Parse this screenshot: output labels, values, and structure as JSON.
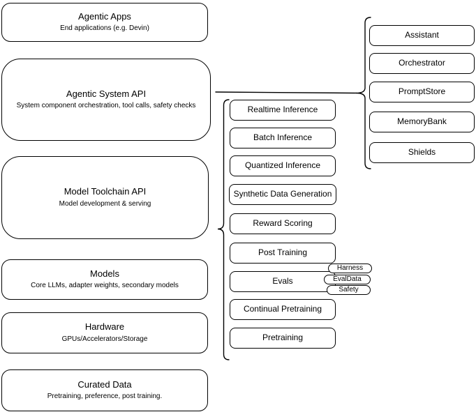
{
  "diagram": {
    "stack": [
      {
        "title": "Agentic Apps",
        "subtitle": "End applications (e.g. Devin)"
      },
      {
        "title": "Agentic System API",
        "subtitle": "System component orchestration, tool calls, safety checks"
      },
      {
        "title": "Model Toolchain API",
        "subtitle": "Model development & serving"
      },
      {
        "title": "Models",
        "subtitle": "Core LLMs, adapter weights, secondary models"
      },
      {
        "title": "Hardware",
        "subtitle": "GPUs/Accelerators/Storage"
      },
      {
        "title": "Curated Data",
        "subtitle": "Pretraining, preference, post training."
      }
    ],
    "toolchain_items": [
      "Realtime Inference",
      "Batch Inference",
      "Quantized Inference",
      "Synthetic Data Generation",
      "Reward Scoring",
      "Post Training",
      "Evals",
      "Continual Pretraining",
      "Pretraining"
    ],
    "eval_tags": [
      "Harness",
      "EvalData",
      "Safety"
    ],
    "system_components": [
      "Assistant",
      "Orchestrator",
      "PromptStore",
      "MemoryBank",
      "Shields"
    ],
    "colors": {
      "stroke": "#000000",
      "fill": "#ffffff",
      "text": "#000000"
    }
  }
}
